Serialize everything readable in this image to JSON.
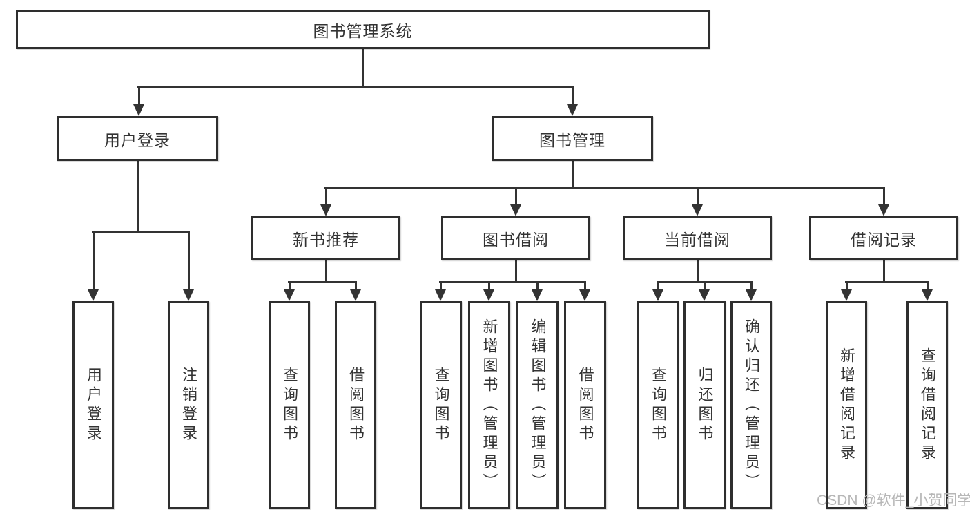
{
  "diagram_title": "图书管理系统",
  "colors": {
    "line": "#333333",
    "box_border": "#2e2e2e",
    "text": "#333333",
    "background": "#ffffff",
    "watermark": "#b7b7b7"
  },
  "tree": {
    "label": "图书管理系统",
    "children": [
      {
        "label": "用户登录",
        "children": [
          {
            "label": "用户登录"
          },
          {
            "label": "注销登录"
          }
        ]
      },
      {
        "label": "图书管理",
        "children": [
          {
            "label": "新书推荐",
            "children": [
              {
                "label": "查询图书"
              },
              {
                "label": "借阅图书"
              }
            ]
          },
          {
            "label": "图书借阅",
            "children": [
              {
                "label": "查询图书"
              },
              {
                "label": "新增图书（管理员）"
              },
              {
                "label": "编辑图书（管理员）"
              },
              {
                "label": "借阅图书"
              }
            ]
          },
          {
            "label": "当前借阅",
            "children": [
              {
                "label": "查询图书"
              },
              {
                "label": "归还图书"
              },
              {
                "label": "确认归还（管理员）"
              }
            ]
          },
          {
            "label": "借阅记录",
            "children": [
              {
                "label": "新增借阅记录"
              },
              {
                "label": "查询借阅记录"
              }
            ]
          }
        ]
      }
    ]
  },
  "watermark": {
    "text": "CSDN @软件_小贺同学"
  }
}
